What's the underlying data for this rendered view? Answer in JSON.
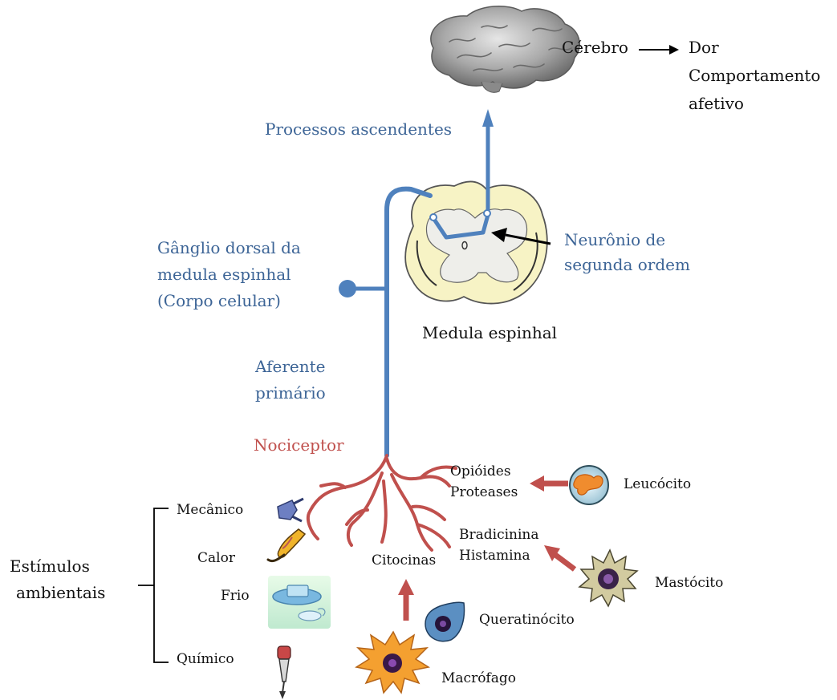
{
  "labels": {
    "brain": "Cérebro",
    "outcome_1": "Dor",
    "outcome_2": "Comportamento",
    "outcome_3": "afetivo",
    "ascending": "Processos ascendentes",
    "second_order_1": "Neurônio de",
    "second_order_2": "segunda ordem",
    "ganglion_1": "Gânglio dorsal da",
    "ganglion_2": "medula espinhal",
    "ganglion_3": "(Corpo celular)",
    "spinal_cord": "Medula espinhal",
    "afferent_1": "Aferente",
    "afferent_2": "primário",
    "nociceptor": "Nociceptor",
    "stimuli_1": "Estímulos",
    "stimuli_2": "ambientais",
    "mechanical": "Mecânico",
    "heat": "Calor",
    "cold": "Frio",
    "chemical": "Químico",
    "opioids": "Opióides",
    "proteases": "Proteases",
    "leukocyte": "Leucócito",
    "bradykinin": "Bradicinina",
    "histamine": "Histamina",
    "mast_cell": "Mastócito",
    "cytokines": "Citocinas",
    "keratinocyte": "Queratinócito",
    "macrophage": "Macrófago"
  },
  "colors": {
    "neuron_blue": "#4f81bd",
    "label_blue": "#3c6496",
    "nociceptor_red": "#c0504d",
    "spinal_cord_fill": "#f7f3c5",
    "gray_matter": "#eeeeea",
    "arrow_red": "#c0504d"
  }
}
